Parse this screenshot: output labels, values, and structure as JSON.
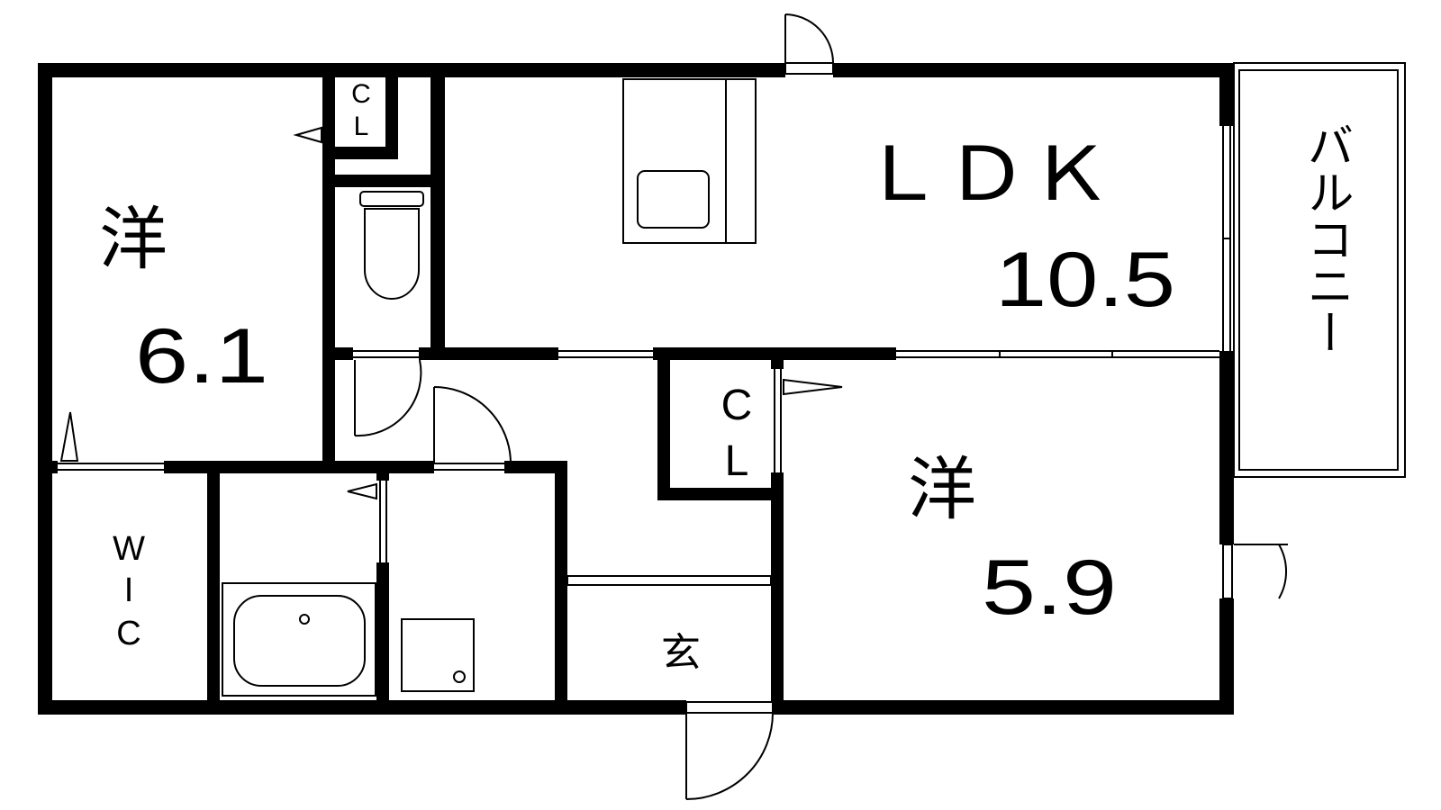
{
  "rooms": {
    "western_room_1": {
      "label": "洋",
      "size": "6.1"
    },
    "ldk": {
      "label": "ＬＤＫ",
      "size": "10.5"
    },
    "western_room_2": {
      "label": "洋",
      "size": "5.9"
    },
    "balcony": {
      "label": "バルコニー"
    },
    "wic": {
      "line1": "W",
      "line2": "I",
      "line3": "C"
    },
    "closet_small": {
      "line1": "C",
      "line2": "L"
    },
    "closet_hall": {
      "line1": "C",
      "line2": "L"
    },
    "entrance": {
      "label": "玄"
    }
  },
  "colors": {
    "wall": "#000000",
    "background": "#ffffff"
  }
}
